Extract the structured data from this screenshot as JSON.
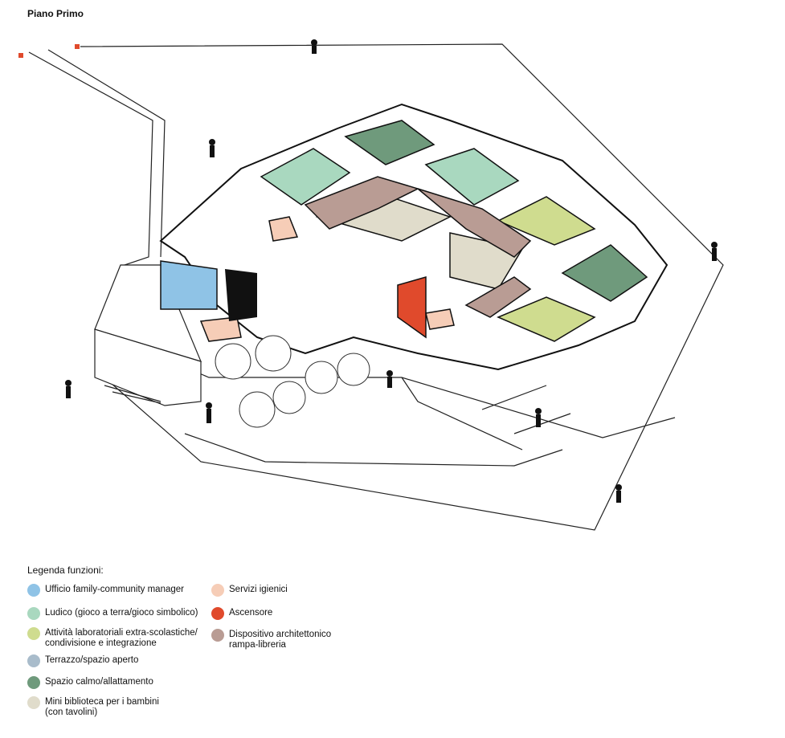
{
  "title": "Piano Primo",
  "legend": {
    "title": "Legenda funzioni:",
    "items": [
      {
        "label": "Ufficio family-community manager",
        "color": "#8fc3e6"
      },
      {
        "label": "Ludico (gioco a terra/gioco simbolico)",
        "color": "#a9d8bf"
      },
      {
        "label": "Attività laboratoriali extra-scolastiche/\ncondivisione e integrazione",
        "color": "#cfdc8f"
      },
      {
        "label": "Terrazzo/spazio aperto",
        "color": "#a9bccb"
      },
      {
        "label": "Spazio calmo/allattamento",
        "color": "#6f9a7c"
      },
      {
        "label": "Mini biblioteca per i bambini\n(con tavolini)",
        "color": "#e0dccb"
      },
      {
        "label": "Servizi igienici",
        "color": "#f6cdb7"
      },
      {
        "label": "Ascensore",
        "color": "#e04a2c"
      },
      {
        "label": "Dispositivo architettonico\nrampa-libreria",
        "color": "#b99c94"
      }
    ]
  }
}
